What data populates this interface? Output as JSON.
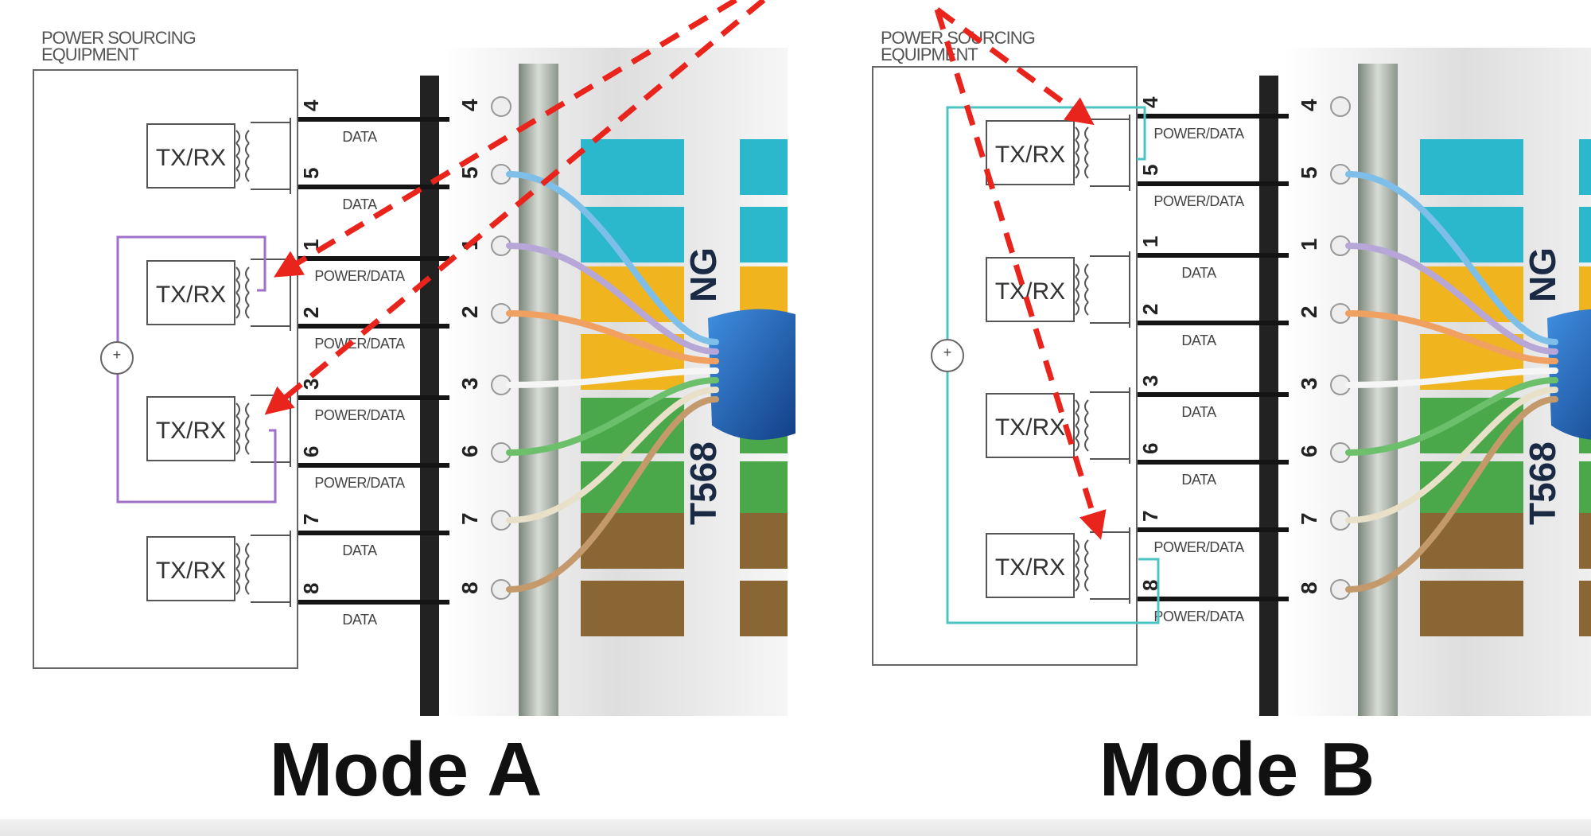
{
  "panels": [
    {
      "id": "a",
      "equipment_label_line1": "POWER SOURCING",
      "equipment_label_line2": "EQUIPMENT",
      "caption": "Mode A",
      "loop_color": "#a070c8",
      "transceivers": [
        "TX/RX",
        "TX/RX",
        "TX/RX",
        "TX/RX"
      ],
      "pins": [
        "4",
        "5",
        "1",
        "2",
        "3",
        "6",
        "7",
        "8"
      ],
      "pin_labels": [
        "DATA",
        "DATA",
        "POWER/DATA",
        "POWER/DATA",
        "POWER/DATA",
        "POWER/DATA",
        "DATA",
        "DATA"
      ],
      "jack_pins": [
        "4",
        "5",
        "1",
        "2",
        "3",
        "6",
        "7",
        "8"
      ],
      "jack_label": "T568",
      "jack_suffix": "NG"
    },
    {
      "id": "b",
      "equipment_label_line1": "POWER SOURCING",
      "equipment_label_line2": "EQUIPMENT",
      "caption": "Mode B",
      "loop_color": "#4cc4c4",
      "transceivers": [
        "TX/RX",
        "TX/RX",
        "TX/RX",
        "TX/RX"
      ],
      "pins": [
        "4",
        "5",
        "1",
        "2",
        "3",
        "6",
        "7",
        "8"
      ],
      "pin_labels": [
        "POWER/DATA",
        "POWER/DATA",
        "DATA",
        "DATA",
        "DATA",
        "DATA",
        "POWER/DATA",
        "POWER/DATA"
      ],
      "jack_pins": [
        "4",
        "5",
        "1",
        "2",
        "3",
        "6",
        "7",
        "8"
      ],
      "jack_label": "T568",
      "jack_suffix": "NG"
    }
  ],
  "colors": {
    "arrow": "#e8241c",
    "wire": "#141414",
    "blue_stripe": "#2cb8cc",
    "orange_stripe": "#f0b41e",
    "green_stripe": "#4aa84a",
    "brown_stripe": "#8a6634",
    "cable": "#1a5fb4"
  }
}
